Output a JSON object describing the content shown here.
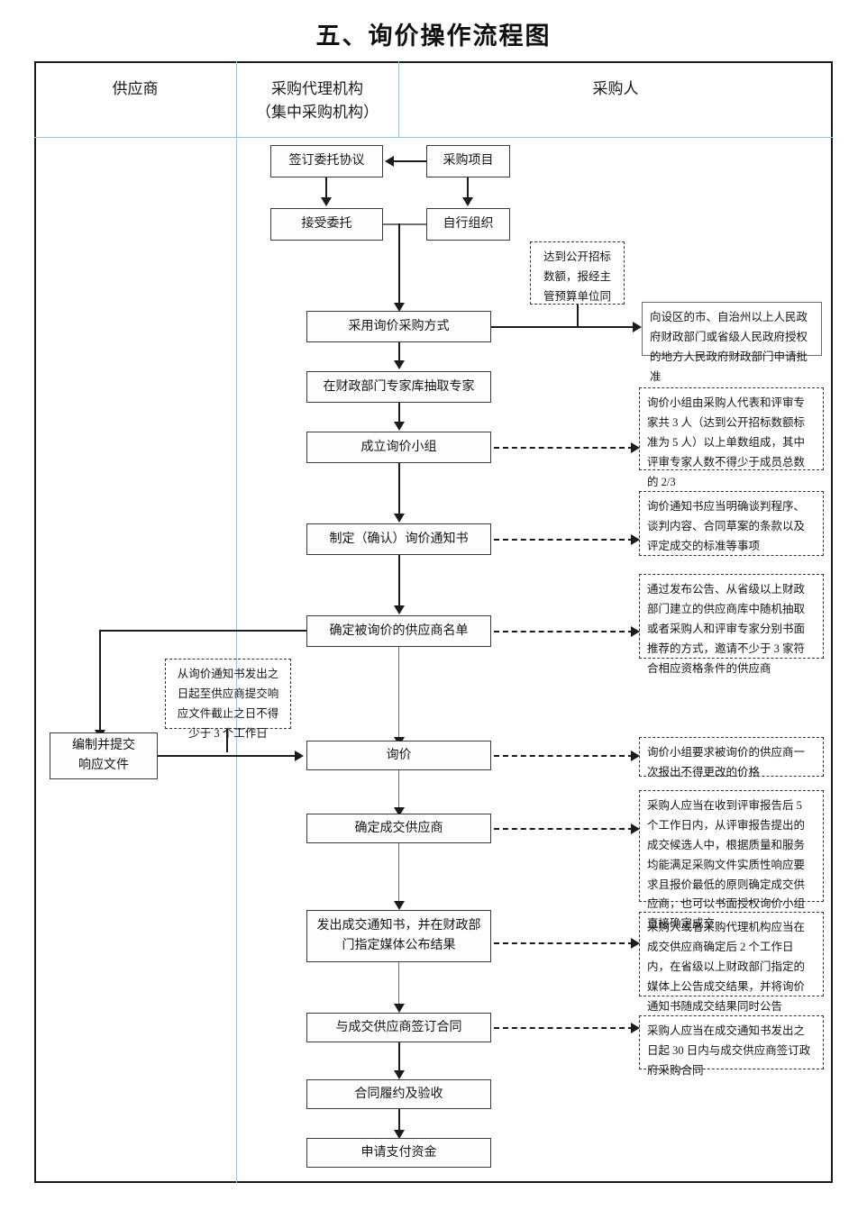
{
  "title": "五、询价操作流程图",
  "columns": [
    {
      "id": "supplier",
      "label": "供应商"
    },
    {
      "id": "agency",
      "label": "采购代理机构\n（集中采购机构）",
      "line1": "采购代理机构",
      "line2": "（集中采购机构）"
    },
    {
      "id": "buyer",
      "label": "采购人"
    }
  ],
  "nodes": {
    "sign_entrust": "签订委托协议",
    "procurement_project": "采购项目",
    "accept_entrust": "接受委托",
    "self_organize": "自行组织",
    "adopt_inquiry": "采用询价采购方式",
    "draw_experts": "在财政部门专家库抽取专家",
    "form_group": "成立询价小组",
    "make_notice": "制定（确认）询价通知书",
    "confirm_supplier_list": "确定被询价的供应商名单",
    "prepare_response_l1": "编制并提交",
    "prepare_response_l2": "响应文件",
    "inquiry": "询价",
    "determine_winner": "确定成交供应商",
    "issue_notice_l1": "发出成交通知书，并在财政部",
    "issue_notice_l2": "门指定媒体公布结果",
    "sign_contract": "与成交供应商签订合同",
    "contract_perform": "合同履约及验收",
    "apply_payment": "申请支付资金"
  },
  "notes": {
    "threshold_note_l1": "达到公开招标",
    "threshold_note_l2": "数额，报经主",
    "threshold_note_l3": "管预算单位同",
    "approval_box": "向设区的市、自治州以上人民政府财政部门或省级人民政府授权的地方人民政府财政部门申请批准",
    "group_composition": "询价小组由采购人代表和评审专家共 3 人（达到公开招标数额标准为 5 人）以上单数组成，其中评审专家人数不得少于成员总数的 2/3",
    "notice_content": "询价通知书应当明确谈判程序、谈判内容、合同草案的条款以及评定成交的标准等事项",
    "supplier_invite": "通过发布公告、从省级以上财政部门建立的供应商库中随机抽取或者采购人和评审专家分别书面推荐的方式，邀请不少于 3 家符合相应资格条件的供应商",
    "response_deadline": "从询价通知书发出之日起至供应商提交响应文件截止之日不得少于 3 个工作日",
    "one_time_quote": "询价小组要求被询价的供应商一次报出不得更改的价格",
    "determine_winner_rule": "采购人应当在收到评审报告后 5 个工作日内，从评审报告提出的成交候选人中，根据质量和服务均能满足采购文件实质性响应要求且报价最低的原则确定成交供应商，也可以书面授权询价小组直接确定成交",
    "announce_result": "采购人或者采购代理机构应当在成交供应商确定后 2 个工作日内，在省级以上财政部门指定的媒体上公告成交结果，并将询价通知书随成交结果同时公告",
    "contract_deadline": "采购人应当在成交通知书发出之日起 30 日内与成交供应商签订政府采购合同"
  },
  "colors": {
    "frame": "#1a1a1a",
    "divider": "#9fc4d8",
    "line": "#1b1b1b",
    "node_border": "#3a3a3a",
    "text": "#141414"
  }
}
